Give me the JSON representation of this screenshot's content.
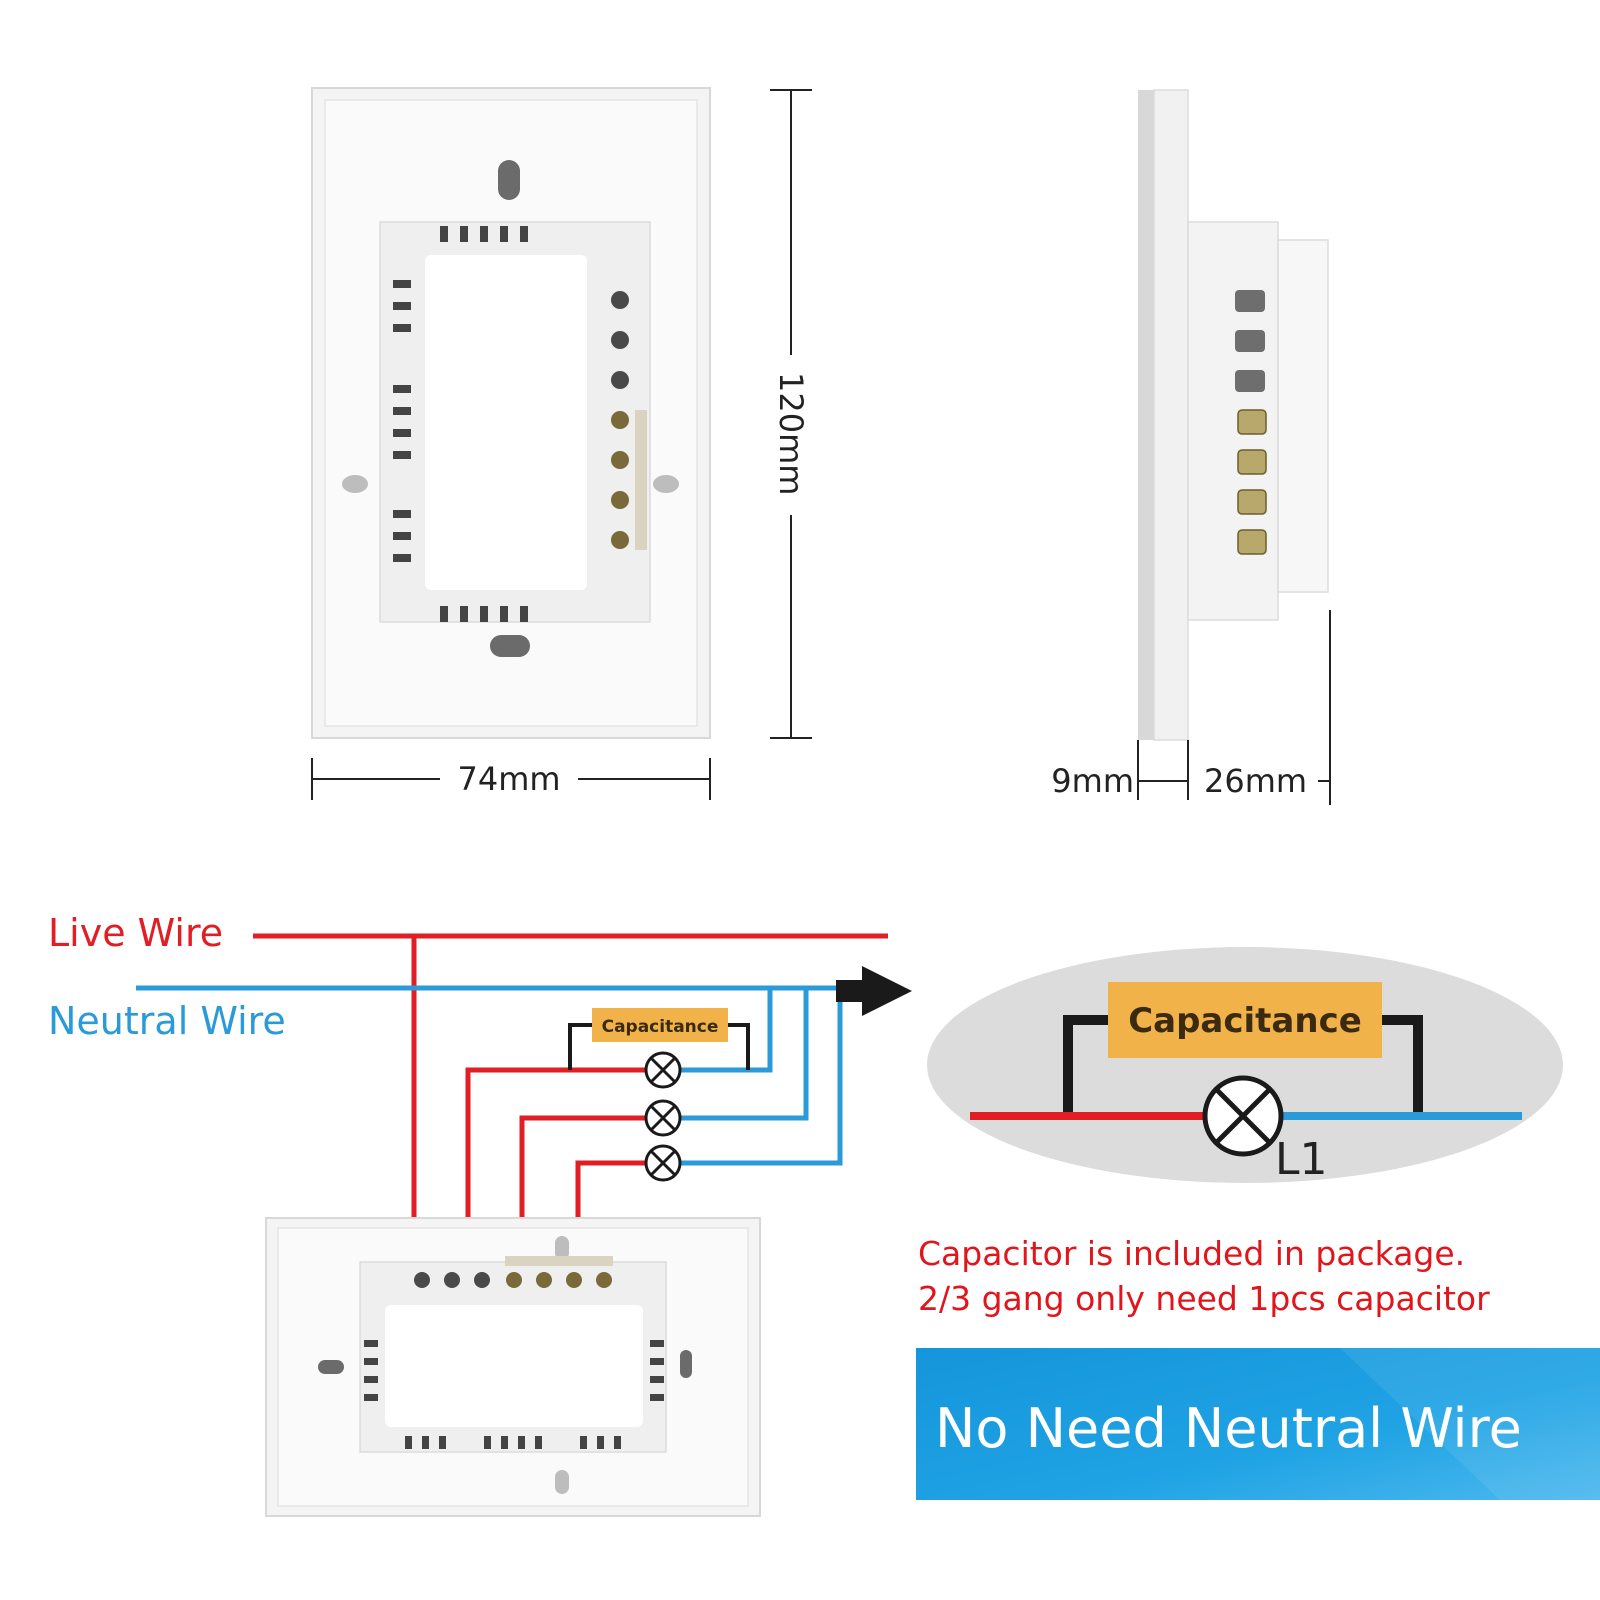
{
  "dimensions": {
    "height": "120mm",
    "width": "74mm",
    "glass_depth": "9mm",
    "body_depth": "26mm"
  },
  "wiring": {
    "live_wire": "Live Wire",
    "neutral_wire": "Neutral Wire",
    "capacitance": "Capacitance",
    "lamp_label": "L1"
  },
  "notes": {
    "line1": "Capacitor is included in package.",
    "line2": "2/3 gang only need 1pcs capacitor"
  },
  "banner": {
    "text": "No Need Neutral Wire"
  },
  "colors": {
    "live": "#e01e24",
    "neutral": "#2a9ad8",
    "capacitor_fill": "#f2b24a",
    "banner": "#1a9ee0",
    "note": "#e0161c"
  }
}
